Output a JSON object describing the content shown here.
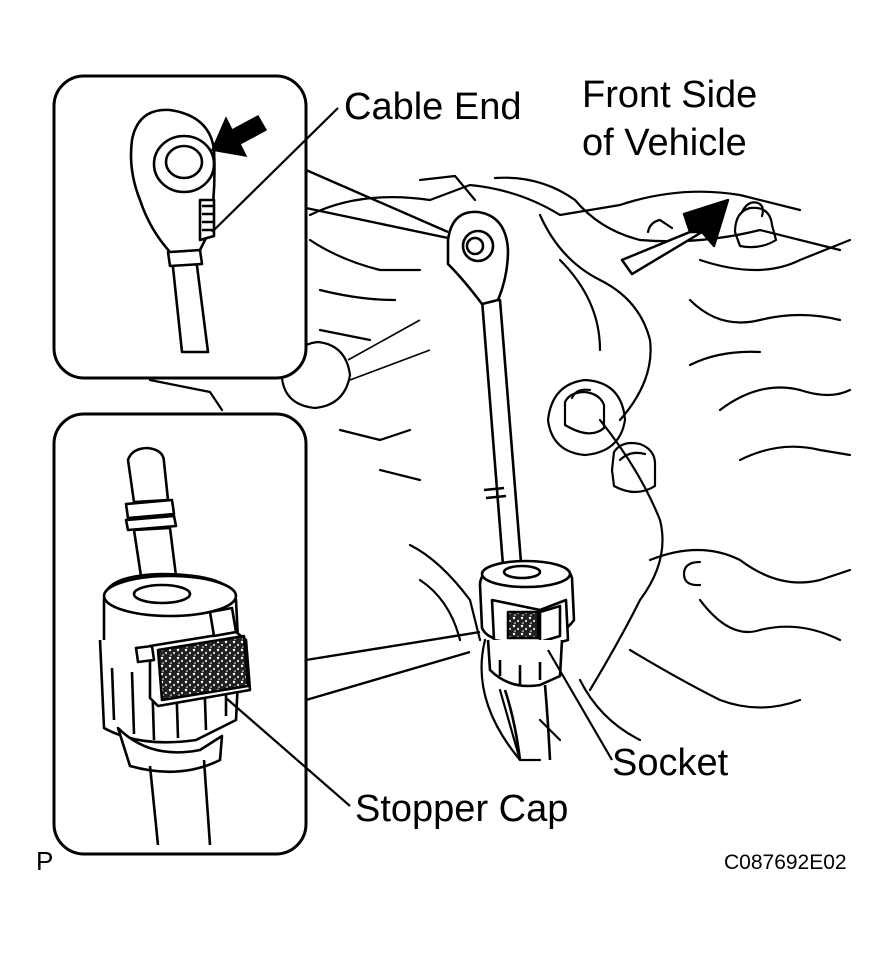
{
  "labels": {
    "cable_end": "Cable End",
    "front_side_line1": "Front Side",
    "front_side_line2": "of Vehicle",
    "socket": "Socket",
    "stopper_cap": "Stopper Cap",
    "view_marker": "P",
    "figure_code": "C087692E02"
  },
  "colors": {
    "ink": "#000000",
    "paper": "#ffffff",
    "hatch": "#444444"
  },
  "icons": {
    "direction_arrow": "thick-arrow-up-right",
    "inset_pointer": "thick-arrow-down-left"
  }
}
